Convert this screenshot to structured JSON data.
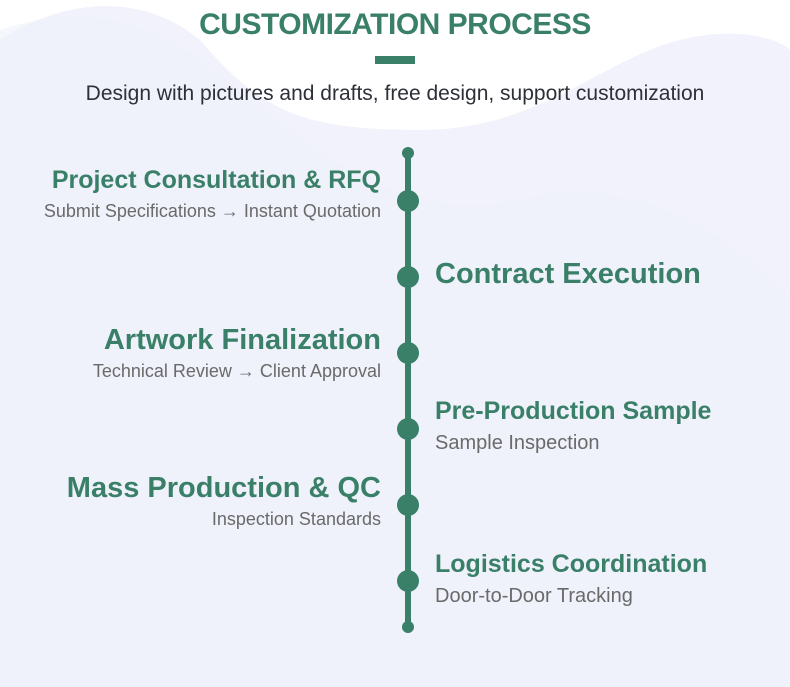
{
  "header": {
    "title": "CUSTOMIZATION PROCESS",
    "subtitle": "Design with pictures and drafts, free design, support customization"
  },
  "accent_color": "#3a8068",
  "steps": [
    {
      "title": "Project Consultation & RFQ",
      "description": "Submit Specifications → Instant Quotation"
    },
    {
      "title": "Contract Execution"
    },
    {
      "title": "Artwork Finalization",
      "description": "Technical Review → Client Approval"
    },
    {
      "title": "Pre-Production Sample",
      "description": "Sample Inspection"
    },
    {
      "title": "Mass Production & QC",
      "description": "Inspection Standards"
    },
    {
      "title": "Logistics Coordination",
      "description": "Door-to-Door Tracking"
    }
  ]
}
